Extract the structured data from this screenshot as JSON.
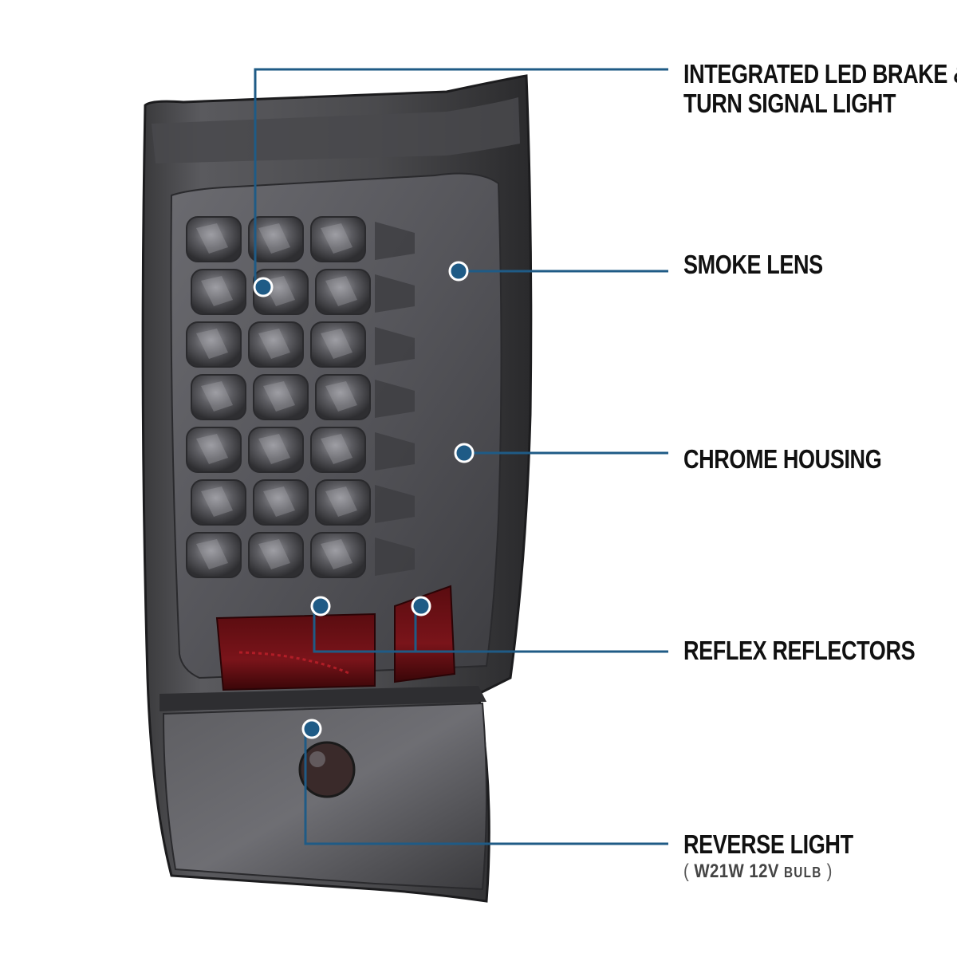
{
  "callouts": {
    "integrated": {
      "line1": "INTEGRATED LED BRAKE &",
      "line2": "TURN SIGNAL LIGHT"
    },
    "smoke": {
      "label": "SMOKE LENS"
    },
    "chrome": {
      "label": "CHROME HOUSING"
    },
    "reflex": {
      "label": "REFLEX REFLECTORS"
    },
    "reverse": {
      "label": "REVERSE LIGHT",
      "paren_open": "(",
      "bulb_model": "W21W",
      "voltage": "12V",
      "bulb_word": "BULB",
      "paren_close": ")"
    }
  },
  "colors": {
    "callout_line": "#1f5b86",
    "dot_fill": "#1f5b86",
    "dot_ring": "#ffffff",
    "label_text": "#111111",
    "reflector_red": "#6b0f14",
    "housing_smoke": "#4a4a4c"
  }
}
